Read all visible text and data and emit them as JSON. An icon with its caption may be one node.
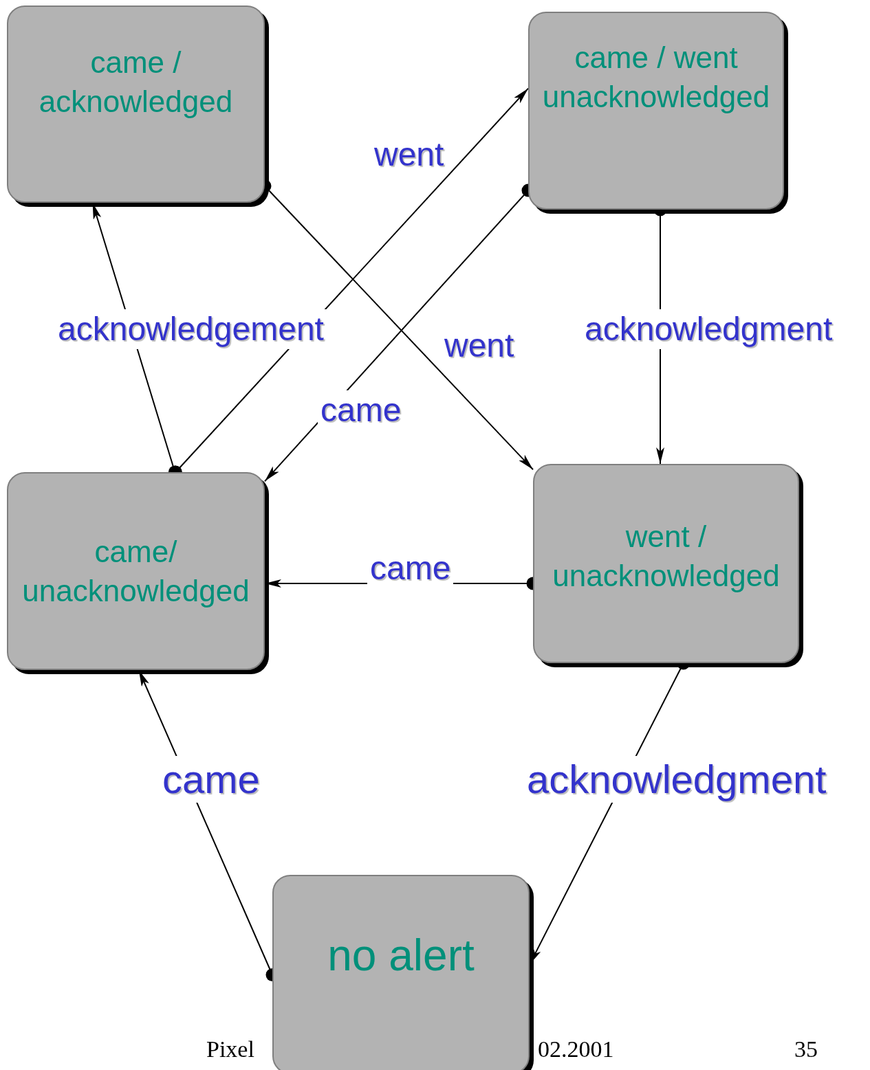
{
  "diagram": {
    "nodes": [
      {
        "text": [
          "came / acknowledged"
        ]
      },
      {
        "text": [
          "came / went unacknowledged"
        ]
      },
      {
        "text": [
          "came/ unacknowledged"
        ]
      },
      {
        "text": [
          "went / unacknowledged"
        ]
      },
      {
        "text": [
          "no alert"
        ]
      }
    ],
    "edges": [
      {
        "from": 0,
        "to": 3,
        "arrow": "to",
        "label": "went"
      },
      {
        "from": 2,
        "to": 1,
        "arrow": "to",
        "label": "went"
      },
      {
        "from": 1,
        "to": 2,
        "arrow": "to",
        "label": "came"
      },
      {
        "from": 2,
        "to": 0,
        "arrow": "to",
        "label": "acknowledgement"
      },
      {
        "from": 1,
        "to": 3,
        "arrow": "to",
        "label": "acknowledgment"
      },
      {
        "from": 3,
        "to": 2,
        "arrow": "to",
        "label": "came"
      },
      {
        "from": 4,
        "to": 2,
        "arrow": "to",
        "label": "came"
      },
      {
        "from": 3,
        "to": 4,
        "arrow": "to",
        "label": "acknowledgment"
      }
    ],
    "labels": [
      "Pixel",
      "02.2001",
      "35"
    ]
  }
}
